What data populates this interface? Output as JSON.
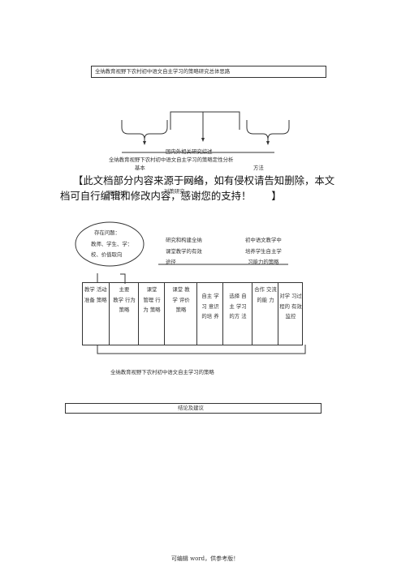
{
  "title_box": "全纳教育视野下农村初中语文自主学习的策略研究总体思路",
  "review_label": "国内外相关研究综述",
  "qual_analysis": "全纳教育视野下农村初中语文自主学习的策略定性分析",
  "basic_label": "基本",
  "method_label": "方法",
  "notice_line1": "【此文档部分内容来源于网络，如有侵权请告知删除，本文",
  "notice_line2": "档可自行编辑和修改内容，感谢您的支持！　　】",
  "status_analysis": "现状分析",
  "countermeasure": "对策研究",
  "overlap_label": "理论体系",
  "problems": {
    "title": "存在问题：",
    "line2": "教师、学生、学：",
    "line3": "校、价值取向"
  },
  "research_mid": [
    "研究和构建全纳",
    "课堂教学的有效",
    "途径"
  ],
  "research_right": [
    "初中语文教学中",
    "培养学生自主学",
    "习能力的策略"
  ],
  "strategy_cells": [
    [
      "教学 活动",
      "准备 策略"
    ],
    [
      "主要",
      "教学 行为",
      "策略"
    ],
    [
      "课堂",
      "管理 行",
      "为 策略"
    ],
    [
      "课堂 教",
      "学 评价",
      "策略"
    ],
    [
      "",
      "自主 学",
      "习 意识",
      "的培 养"
    ],
    [
      "",
      "选择 自",
      "主 学习",
      "的方 法"
    ],
    [
      "合作 交流",
      "的能 力"
    ],
    [
      "",
      "对学 习过",
      "程的 有效",
      "监控"
    ]
  ],
  "strategy_summary": "全纳教育视野下农村初中语文自主学习的策略",
  "conclusion_box": "结论及建议",
  "footer": "可编辑 word，供参考版！"
}
